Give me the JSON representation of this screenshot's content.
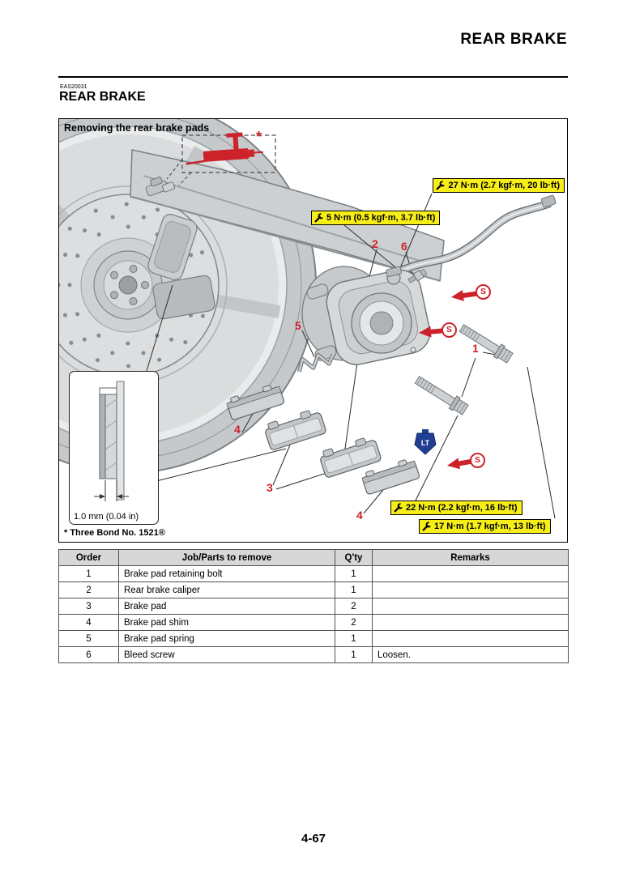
{
  "page": {
    "header_title": "REAR BRAKE",
    "eas_code": "EAS20031",
    "section_title": "REAR BRAKE",
    "page_number": "4-67"
  },
  "figure": {
    "caption": "Removing the rear brake pads",
    "footnote": "* Three Bond No. 1521®",
    "measurement_label": "1.0 mm (0.04 in)",
    "torque_callouts": [
      "27 N·m (2.7 kgf·m, 20 lb·ft)",
      "5 N·m (0.5 kgf·m, 3.7 lb·ft)",
      "22 N·m (2.2 kgf·m, 16 lb·ft)",
      "17 N·m (1.7 kgf·m, 13 lb·ft)"
    ],
    "part_labels": {
      "n1": "1",
      "n2": "2",
      "n3": "3",
      "n4": "4",
      "n5": "5",
      "n6": "6"
    },
    "symbols": {
      "grease": "S",
      "locking_agent": "LT",
      "tool_note": "*"
    },
    "colors": {
      "torque_bg": "#f6ee16",
      "accent_red": "#cc2229",
      "lt_blue": "#203f94"
    }
  },
  "table": {
    "headers": {
      "order": "Order",
      "job": "Job/Parts to remove",
      "qty": "Q'ty",
      "remarks": "Remarks"
    },
    "rows": [
      {
        "order": "1",
        "job": "Brake pad retaining bolt",
        "qty": "1",
        "remarks": ""
      },
      {
        "order": "2",
        "job": "Rear brake caliper",
        "qty": "1",
        "remarks": ""
      },
      {
        "order": "3",
        "job": "Brake pad",
        "qty": "2",
        "remarks": ""
      },
      {
        "order": "4",
        "job": "Brake pad shim",
        "qty": "2",
        "remarks": ""
      },
      {
        "order": "5",
        "job": "Brake pad spring",
        "qty": "1",
        "remarks": ""
      },
      {
        "order": "6",
        "job": "Bleed screw",
        "qty": "1",
        "remarks": "Loosen."
      }
    ]
  }
}
